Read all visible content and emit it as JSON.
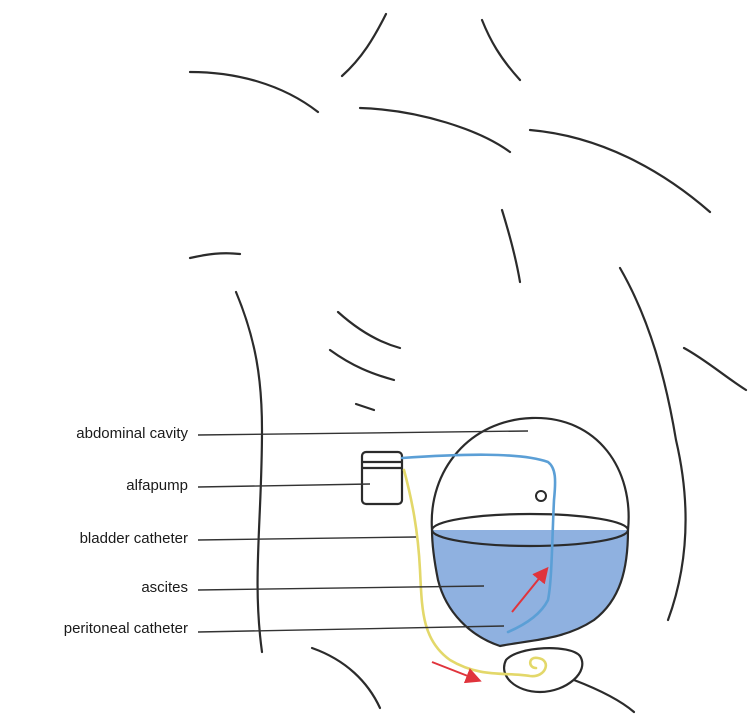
{
  "labels": {
    "abdominal_cavity": "abdominal cavity",
    "alfapump": "alfapump",
    "bladder_catheter": "bladder catheter",
    "ascites": "ascites",
    "peritoneal_catheter": "peritoneal catheter"
  },
  "colors": {
    "outline": "#2b2b2b",
    "leader_line": "#333333",
    "ascites_fill": "#8fb1e0",
    "peritoneal_catheter": "#5b9fd6",
    "bladder_catheter": "#e3d86a",
    "flow_arrow": "#e0343c"
  }
}
